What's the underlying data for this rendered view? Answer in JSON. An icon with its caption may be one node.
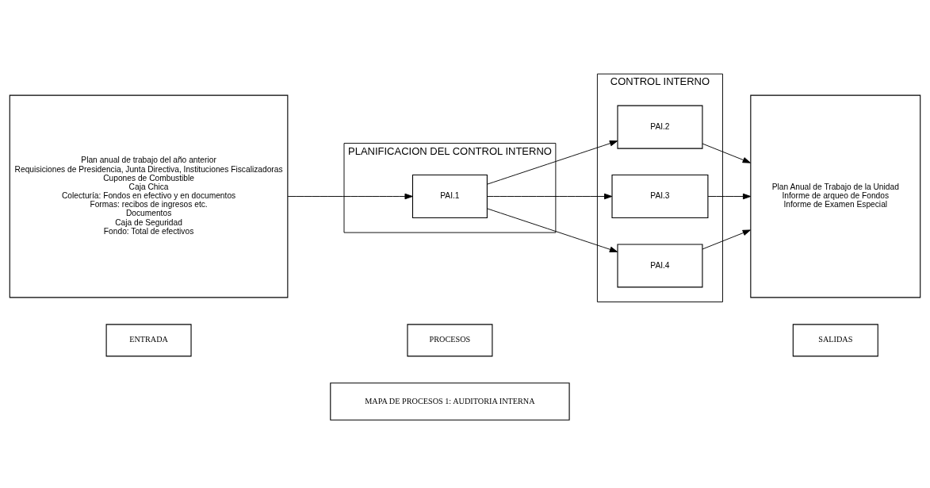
{
  "diagram": {
    "nodes": [
      {
        "text": [
          "MAPA DE PROCESOS 1: AUDITORIA INTERNA"
        ]
      },
      {
        "text": [
          "ENTRADA"
        ]
      },
      {
        "text": [
          "PROCESOS"
        ]
      },
      {
        "text": [
          "SALIDAS"
        ]
      },
      {
        "text": [
          "Plan anual de trabajo del año anterior",
          "Requisiciones de Presidencia, Junta Directiva, Instituciones Fiscalizadoras",
          "Cupones de Combustible",
          "Caja Chica",
          "Colecturía: Fondos en efectivo y en documentos",
          "Formas: recibos de ingresos etc.",
          "Documentos",
          "Caja de Seguridad",
          "Fondo: Total de efectivos"
        ]
      },
      {
        "text": [
          "PLANIFICACION DEL CONTROL INTERNO"
        ]
      },
      {
        "text": [
          "PAI.1"
        ],
        "in": 5
      },
      {
        "text": [
          "CONTROL INTERNO"
        ]
      },
      {
        "text": [
          "PAI.2"
        ],
        "in": 7
      },
      {
        "text": [
          "PAI.3"
        ],
        "in": 7
      },
      {
        "text": [
          "PAI.4"
        ],
        "in": 7
      },
      {
        "text": [
          "Plan Anual de Trabajo de la Unidad",
          "Informe de arqueo de Fondos",
          "Informe de Examen Especial"
        ]
      }
    ],
    "edges": [
      {
        "from": 4,
        "to": 6,
        "arrow": "to"
      },
      {
        "from": 6,
        "to": 8,
        "arrow": "to"
      },
      {
        "from": 6,
        "to": 9,
        "arrow": "to"
      },
      {
        "from": 6,
        "to": 10,
        "arrow": "to"
      },
      {
        "from": 8,
        "to": 11,
        "arrow": "to"
      },
      {
        "from": 9,
        "to": 11,
        "arrow": "to"
      },
      {
        "from": 10,
        "to": 11,
        "arrow": "to"
      }
    ]
  }
}
